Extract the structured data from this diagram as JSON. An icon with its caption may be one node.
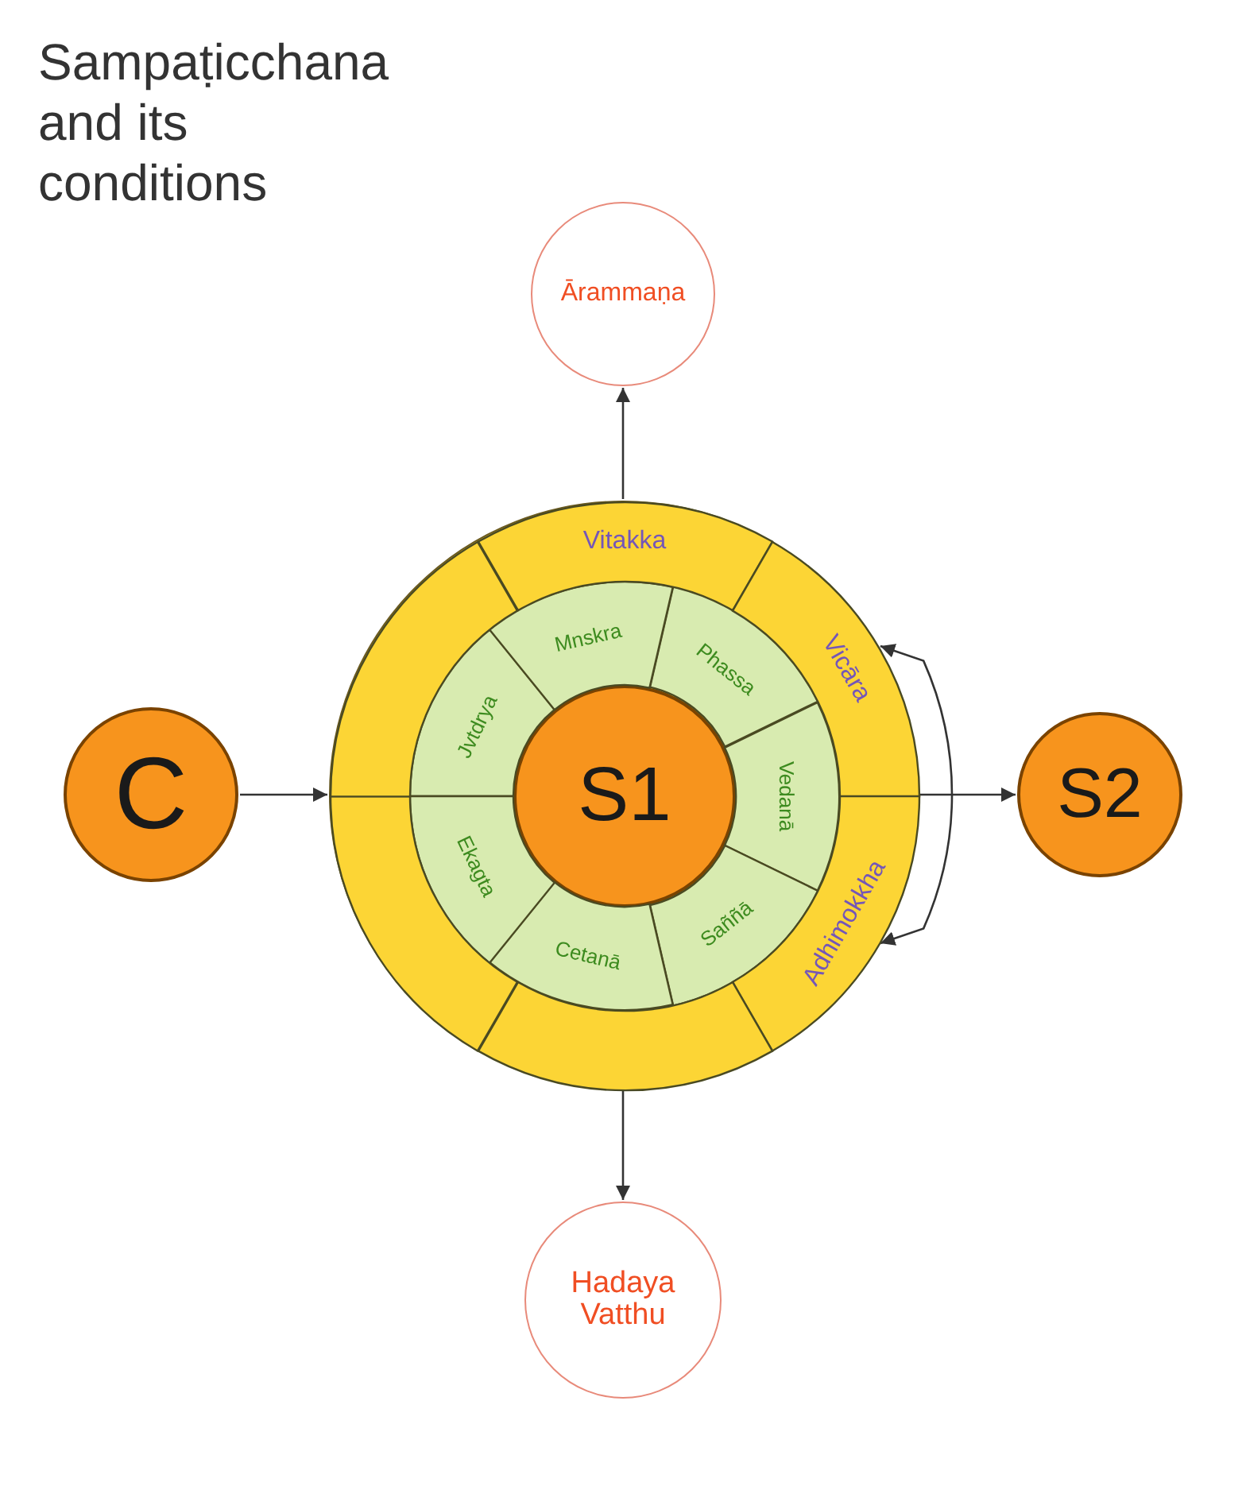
{
  "diagram": {
    "title": "Sampaṭicchana and its conditions",
    "nodes": [
      {
        "text": [
          "C"
        ]
      },
      {
        "text": [],
        "shape": "circle"
      },
      {
        "text": [
          "S1"
        ],
        "in": 1
      },
      {
        "text": [
          "Phassa"
        ],
        "in": 1
      },
      {
        "text": [
          "Vedanā"
        ],
        "in": 1
      },
      {
        "text": [
          "Saññā"
        ],
        "in": 1
      },
      {
        "text": [
          "Cetanā"
        ],
        "in": 1
      },
      {
        "text": [
          "Ekagta"
        ],
        "in": 1
      },
      {
        "text": [
          "Jvtdrya"
        ],
        "in": 1
      },
      {
        "text": [
          "Mnskra"
        ],
        "in": 1
      },
      {
        "text": [
          "Vitakka"
        ],
        "in": 1
      },
      {
        "text": [
          "Vicāra"
        ],
        "in": 1
      },
      {
        "text": [
          "Adhimokkha"
        ],
        "in": 1
      },
      {
        "text": [],
        "shape": "segment",
        "in": 1
      },
      {
        "text": [],
        "shape": "segment",
        "in": 1
      },
      {
        "text": [],
        "shape": "segment",
        "in": 1
      },
      {
        "text": [
          "S2"
        ]
      },
      {
        "text": [
          "Ārammaṇa"
        ]
      },
      {
        "text": [
          "Hadaya Vatthu"
        ]
      }
    ],
    "edges": [
      {
        "from": 0,
        "to": 1,
        "arrow": "to"
      },
      {
        "from": 1,
        "to": 16,
        "arrow": "to"
      },
      {
        "from": 1,
        "to": 17,
        "arrow": "to"
      },
      {
        "from": 1,
        "to": 18,
        "arrow": "to"
      },
      {
        "from": 11,
        "to": 12,
        "arrow": "both"
      }
    ]
  }
}
